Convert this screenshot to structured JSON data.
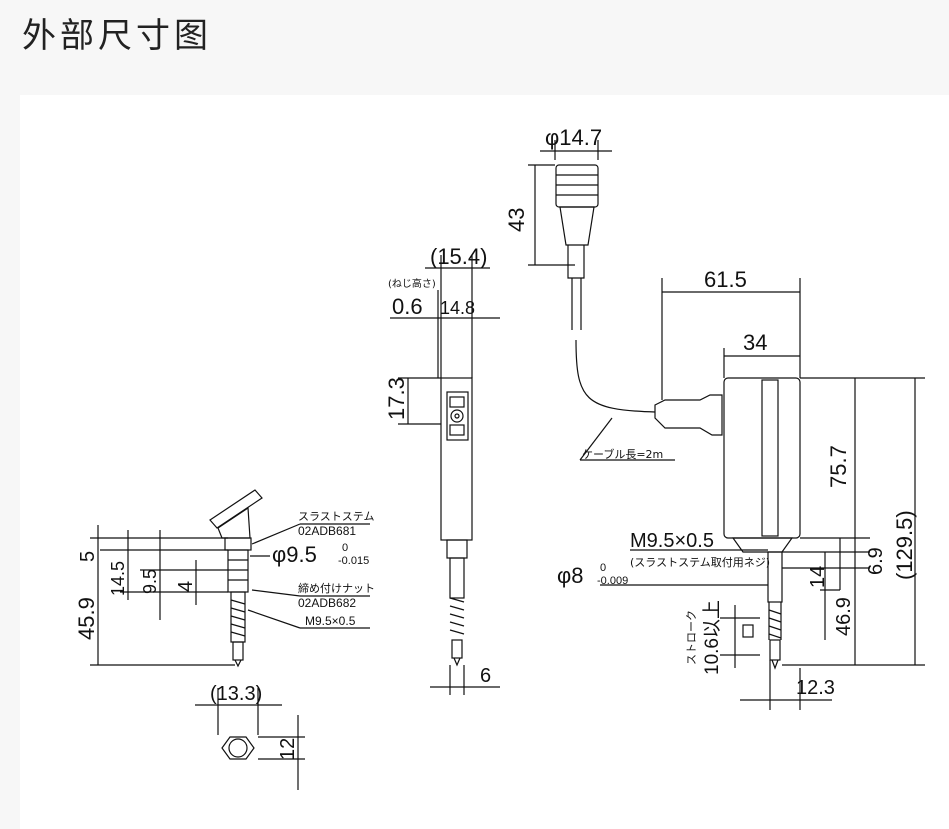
{
  "header": {
    "title": "外部尺寸图"
  },
  "drawing": {
    "cable": {
      "diameter": "φ14.7",
      "connector_length": "43",
      "cable_length_label": "ケーブル長=2m"
    },
    "body_dims": {
      "width_total": "61.5",
      "width_body": "34",
      "height_body": "75.7",
      "height_total": "(129.5)",
      "lower_6_9": "6.9",
      "lower_14": "14",
      "lower_46_9": "46.9",
      "stem_width": "12.3"
    },
    "thread": {
      "main": "M9.5×0.5",
      "sub": "(スラストステム取付用ネジ)"
    },
    "diameter8": {
      "main": "φ8",
      "upper_tol": "0",
      "lower_tol": "-0.009"
    },
    "stroke": {
      "label": "ストローク",
      "value": "10.6以上"
    },
    "side_view": {
      "total_width": "(15.4)",
      "screw_height_label": "(ねじ高さ)",
      "dim_0_6": "0.6",
      "dim_14_8": "14.8",
      "height_17_3": "17.3",
      "tip_6": "6"
    },
    "left_view": {
      "thrust_stem_label": "スラストステム",
      "thrust_stem_part": "02ADB681",
      "diameter95": {
        "main": "φ9.5",
        "upper_tol": "0",
        "lower_tol": "-0.015"
      },
      "nut_label": "締め付けナット",
      "nut_part": "02ADB682",
      "thread_small": "M9.5×0.5",
      "dim_5": "5",
      "dim_14_5": "14.5",
      "dim_9_5": "9.5",
      "dim_4": "4",
      "dim_45_9": "45.9",
      "hex_width": "(13.3)",
      "hex_height": "12"
    }
  }
}
